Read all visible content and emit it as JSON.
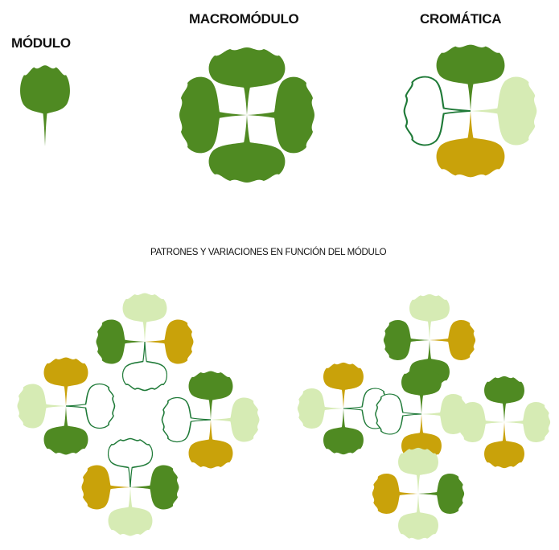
{
  "labels": {
    "modulo": "MÓDULO",
    "macromodulo": "MACROMÓDULO",
    "cromatica": "CROMÁTICA",
    "patrones": "PATRONES Y VARIACIONES EN FUNCIÓN DEL MÓDULO"
  },
  "colors": {
    "dark_green": "#4f8a22",
    "light_green": "#d6ebb4",
    "mustard": "#c9a20a",
    "outline_green": "#1f7a38"
  }
}
